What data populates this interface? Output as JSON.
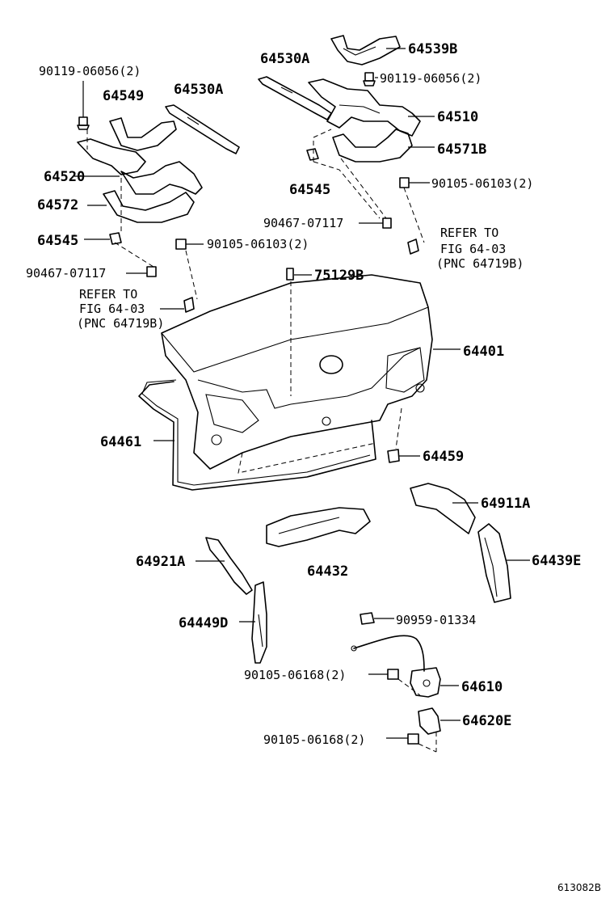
{
  "figure_id": "613082B",
  "parts": {
    "p64539b": "64539B",
    "p90119_right": "90119-06056(2)",
    "p64530a_right": "64530A",
    "p64510": "64510",
    "p64571b": "64571B",
    "p90105_06103_right": "90105-06103(2)",
    "p64545_right": "64545",
    "p90467_right": "90467-07117",
    "p90119_left": "90119-06056(2)",
    "p64549": "64549",
    "p64530a_left": "64530A",
    "p64520": "64520",
    "p64572": "64572",
    "p64545_left": "64545",
    "p90105_06103_left": "90105-06103(2)",
    "p90467_left": "90467-07117",
    "p75129b": "75129B",
    "p64401": "64401",
    "p64461": "64461",
    "p64459": "64459",
    "p64911a": "64911A",
    "p64432": "64432",
    "p64921a": "64921A",
    "p64439e": "64439E",
    "p64449d": "64449D",
    "p90959": "90959-01334",
    "p90105_06168_a": "90105-06168(2)",
    "p64610": "64610",
    "p64620e": "64620E",
    "p90105_06168_b": "90105-06168(2)"
  },
  "references": {
    "right": {
      "line1": "REFER TO",
      "line2": "FIG 64-03",
      "line3": "(PNC 64719B)"
    },
    "left": {
      "line1": "REFER TO",
      "line2": "FIG 64-03",
      "line3": "(PNC 64719B)"
    }
  }
}
